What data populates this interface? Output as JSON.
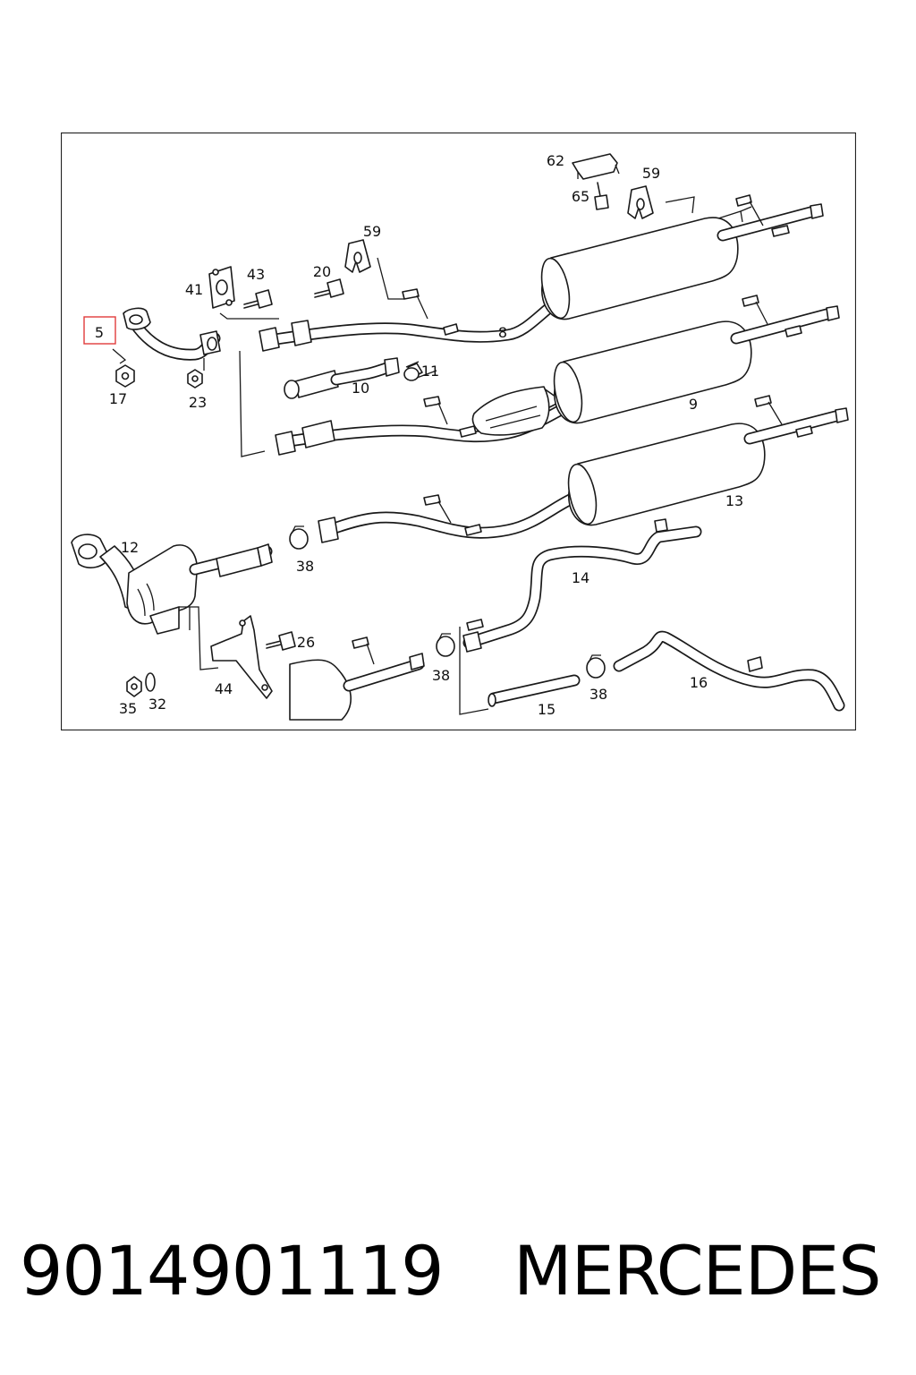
{
  "diagram": {
    "highlighted_callout": "5",
    "highlight_color": "#e03c3c",
    "callouts": {
      "c5": "5",
      "c17": "17",
      "c23": "23",
      "c41": "41",
      "c43": "43",
      "c20": "20",
      "c59a": "59",
      "c62": "62",
      "c65": "65",
      "c59b": "59",
      "c8": "8",
      "c10": "10",
      "c11": "11",
      "c9": "9",
      "c13": "13",
      "c12": "12",
      "c38a": "38",
      "c14": "14",
      "c26": "26",
      "c44": "44",
      "c35": "35",
      "c32": "32",
      "c38b": "38",
      "c15": "15",
      "c38c": "38",
      "c16": "16"
    }
  },
  "caption": {
    "part_number": "9014901119",
    "brand": "MERCEDES"
  }
}
